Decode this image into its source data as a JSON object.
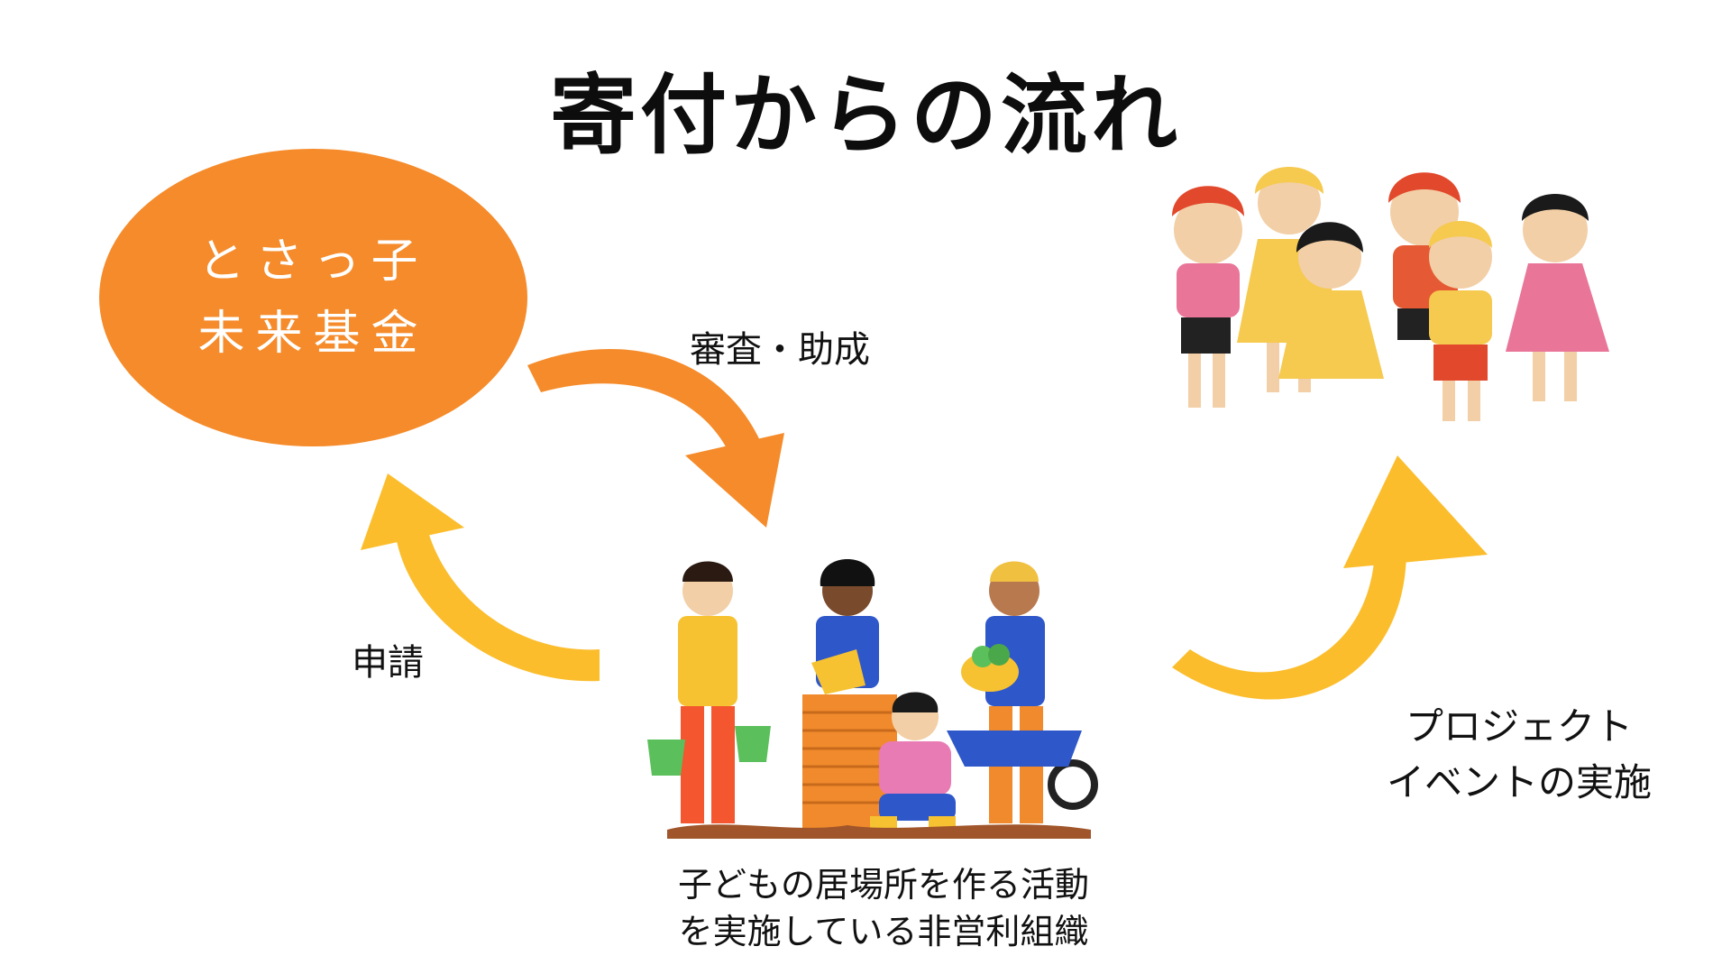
{
  "title": "寄付からの流れ",
  "fund": {
    "line1": "とさっ子",
    "line2": "未来基金"
  },
  "labels": {
    "review": "審査・助成",
    "apply": "申請",
    "nonprofit_line1": "子どもの居場所を作る活動",
    "nonprofit_line2": "を実施している非営利組織",
    "project_line1": "プロジェクト",
    "project_line2": "イベントの実施"
  },
  "colors": {
    "fund_orange": "#f58b2a",
    "arrow_orange": "#f58b2a",
    "arrow_yellow": "#fbbd2c"
  },
  "icons": [
    "children-playing-illustration",
    "volunteers-gardening-illustration"
  ]
}
